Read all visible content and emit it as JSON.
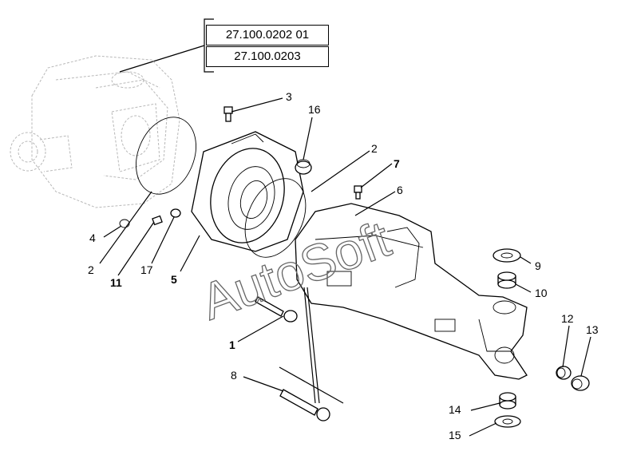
{
  "ref_numbers": [
    "27.100.0202 01",
    "27.100.0203"
  ],
  "watermark": "AutoSoft",
  "callouts": {
    "c1": "1",
    "c2a": "2",
    "c2b": "2",
    "c3": "3",
    "c4": "4",
    "c5": "5",
    "c6": "6",
    "c7": "7",
    "c8": "8",
    "c9": "9",
    "c10": "10",
    "c11": "11",
    "c12": "12",
    "c13": "13",
    "c14": "14",
    "c15": "15",
    "c16": "16",
    "c17": "17"
  }
}
